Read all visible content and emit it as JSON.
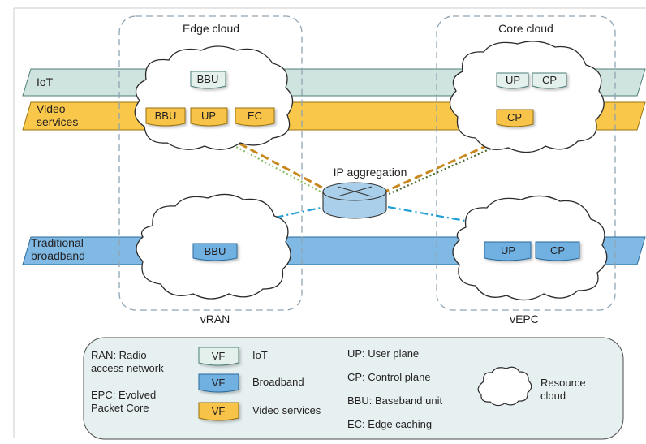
{
  "colors": {
    "iot_band": "#cfe3df",
    "iot_edge": "#4e7f79",
    "video_band": "#f9c84a",
    "video_edge": "#9a7210",
    "broadband_band": "#7fb9e4",
    "broadband_edge": "#2a6b9c",
    "iot_vf": "#e3f0ec",
    "video_vf": "#f7c34a",
    "broadband_vf": "#6fb1e2",
    "cloud_stroke": "#2b2b2b",
    "dashed_box": "#8fa4b3",
    "router_fill": "#a9cfea",
    "link_blue": "#1f9fd4",
    "link_orange": "#c8881e",
    "link_green": "#8fbf66",
    "link_olive": "#4a6a2a",
    "legend_fill": "#e6f0f0"
  },
  "bands": {
    "iot": "IoT",
    "video": [
      "Video",
      "services"
    ],
    "broadband": [
      "Traditional",
      "broadband"
    ]
  },
  "regions": {
    "edge_cloud": "Edge cloud",
    "core_cloud": "Core cloud",
    "vran": "vRAN",
    "vepc": "vEPC"
  },
  "router": {
    "label": "IP aggregation",
    "icon": "router-icon"
  },
  "edge_cloud_top": {
    "iot_vf": "BBU",
    "video_vfs": [
      "BBU",
      "UP",
      "EC"
    ]
  },
  "core_cloud_top": {
    "iot_vfs": [
      "UP",
      "CP"
    ],
    "video_vf": "CP"
  },
  "edge_cloud_bottom": {
    "broadband_vf": "BBU"
  },
  "core_cloud_bottom": {
    "broadband_vfs": [
      "UP",
      "CP"
    ]
  },
  "legend": {
    "abbrev_left": [
      [
        "RAN: Radio",
        "access network"
      ],
      [
        "EPC: Evolved",
        "Packet Core"
      ]
    ],
    "vf_keys": [
      {
        "badge": "VF",
        "label": "IoT",
        "kind": "iot"
      },
      {
        "badge": "VF",
        "label": "Broadband",
        "kind": "broadband"
      },
      {
        "badge": "VF",
        "label": "Video services",
        "kind": "video"
      }
    ],
    "abbrev_right": [
      "UP: User plane",
      "CP: Control plane",
      "BBU: Baseband unit",
      "EC: Edge caching"
    ],
    "cloud_key": [
      "Resource",
      "cloud"
    ],
    "cloud_icon": "cloud-icon"
  }
}
